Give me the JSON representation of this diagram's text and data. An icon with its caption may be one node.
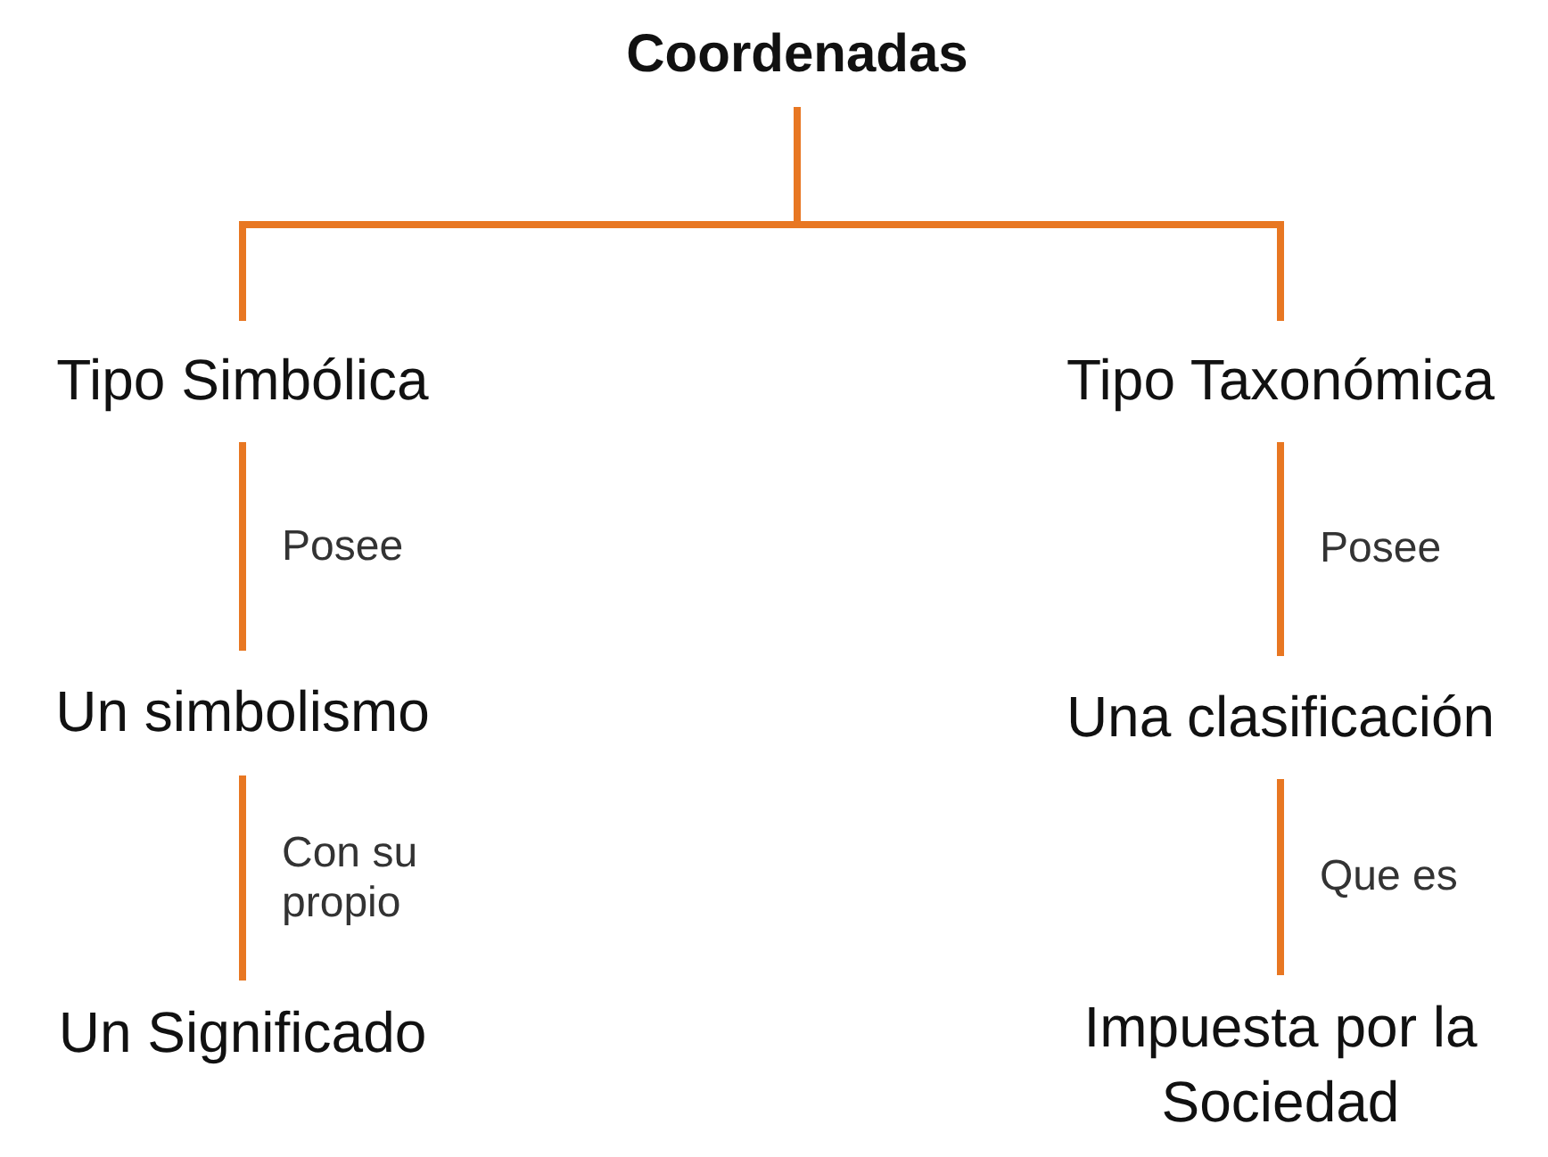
{
  "diagram": {
    "nodes": [
      {
        "text": [
          "Coordenadas"
        ]
      },
      {
        "text": [
          "Tipo Simbólica"
        ]
      },
      {
        "text": [
          "Tipo Taxonómica"
        ]
      },
      {
        "text": [
          "Un simbolismo"
        ]
      },
      {
        "text": [
          "Una clasificación"
        ]
      },
      {
        "text": [
          "Un Significado"
        ]
      },
      {
        "text": [
          "Impuesta por la Sociedad"
        ]
      }
    ],
    "edges": [
      {
        "from": 0,
        "to": 1,
        "arrow": "none"
      },
      {
        "from": 0,
        "to": 2,
        "arrow": "none"
      },
      {
        "from": 1,
        "to": 3,
        "arrow": "none",
        "label": "Posee"
      },
      {
        "from": 3,
        "to": 5,
        "arrow": "none",
        "label": "Con su propio"
      },
      {
        "from": 2,
        "to": 4,
        "arrow": "none",
        "label": "Posee"
      },
      {
        "from": 4,
        "to": 6,
        "arrow": "none",
        "label": "Que es"
      }
    ]
  }
}
